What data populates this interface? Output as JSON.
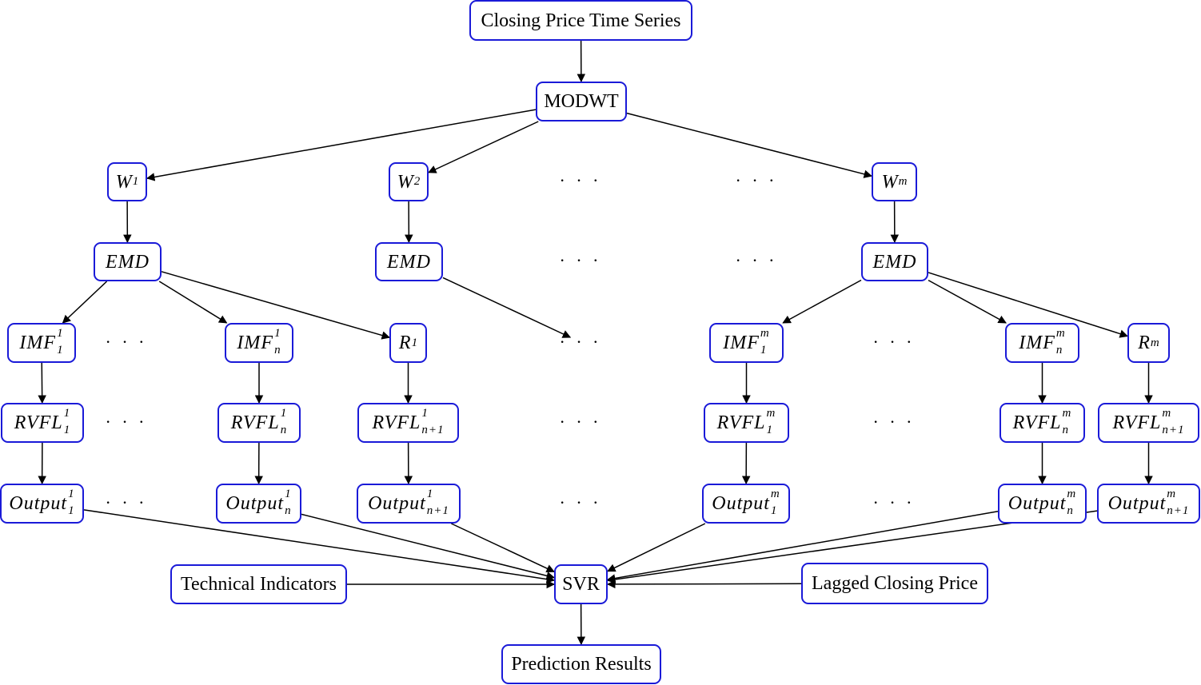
{
  "diagram": {
    "nodes": {
      "closing": {
        "text": "Closing Price Time Series"
      },
      "modwt": {
        "text": "MODWT"
      },
      "w1": {
        "base": "W",
        "sub": "1"
      },
      "w2": {
        "base": "W",
        "sub": "2"
      },
      "wm": {
        "base": "W",
        "sub": "m"
      },
      "emd1": {
        "base": "EMD"
      },
      "emd2": {
        "base": "EMD"
      },
      "emdm": {
        "base": "EMD"
      },
      "imf1_1": {
        "base": "IMF",
        "sup": "1",
        "sub": "1"
      },
      "imf1_n": {
        "base": "IMF",
        "sup": "1",
        "sub": "n"
      },
      "r1": {
        "base": "R",
        "sub": "1"
      },
      "imfm_1": {
        "base": "IMF",
        "sup": "m",
        "sub": "1"
      },
      "imfm_n": {
        "base": "IMF",
        "sup": "m",
        "sub": "n"
      },
      "rm": {
        "base": "R",
        "sub": "m"
      },
      "rvfl1_1": {
        "base": "RVFL",
        "sup": "1",
        "sub": "1"
      },
      "rvfl1_n": {
        "base": "RVFL",
        "sup": "1",
        "sub": "n"
      },
      "rvfl1_n1": {
        "base": "RVFL",
        "sup": "1",
        "sub": "n+1"
      },
      "rvflm_1": {
        "base": "RVFL",
        "sup": "m",
        "sub": "1"
      },
      "rvflm_n": {
        "base": "RVFL",
        "sup": "m",
        "sub": "n"
      },
      "rvflm_n1": {
        "base": "RVFL",
        "sup": "m",
        "sub": "n+1"
      },
      "out1_1": {
        "base": "Output",
        "sup": "1",
        "sub": "1"
      },
      "out1_n": {
        "base": "Output",
        "sup": "1",
        "sub": "n"
      },
      "out1_n1": {
        "base": "Output",
        "sup": "1",
        "sub": "n+1"
      },
      "outm_1": {
        "base": "Output",
        "sup": "m",
        "sub": "1"
      },
      "outm_n": {
        "base": "Output",
        "sup": "m",
        "sub": "n"
      },
      "outm_n1": {
        "base": "Output",
        "sup": "m",
        "sub": "n+1"
      },
      "tech": {
        "text": "Technical Indicators"
      },
      "svr": {
        "text": "SVR"
      },
      "lagged": {
        "text": "Lagged Closing Price"
      },
      "pred": {
        "text": "Prediction Results"
      }
    },
    "ellipsis": "· · ·",
    "edges": [
      [
        "closing",
        "modwt"
      ],
      [
        "modwt",
        "w1"
      ],
      [
        "modwt",
        "w2"
      ],
      [
        "modwt",
        "wm"
      ],
      [
        "w1",
        "emd1"
      ],
      [
        "w2",
        "emd2"
      ],
      [
        "wm",
        "emdm"
      ],
      [
        "emd1",
        "imf1_1"
      ],
      [
        "emd1",
        "imf1_n"
      ],
      [
        "emd1",
        "r1"
      ],
      [
        "emd2",
        "dots_r3_mid"
      ],
      [
        "emdm",
        "imfm_1"
      ],
      [
        "emdm",
        "imfm_n"
      ],
      [
        "emdm",
        "rm"
      ],
      [
        "imf1_1",
        "rvfl1_1"
      ],
      [
        "imf1_n",
        "rvfl1_n"
      ],
      [
        "r1",
        "rvfl1_n1"
      ],
      [
        "imfm_1",
        "rvflm_1"
      ],
      [
        "imfm_n",
        "rvflm_n"
      ],
      [
        "rm",
        "rvflm_n1"
      ],
      [
        "rvfl1_1",
        "out1_1"
      ],
      [
        "rvfl1_n",
        "out1_n"
      ],
      [
        "rvfl1_n1",
        "out1_n1"
      ],
      [
        "rvflm_1",
        "outm_1"
      ],
      [
        "rvflm_n",
        "outm_n"
      ],
      [
        "rvflm_n1",
        "outm_n1"
      ],
      [
        "out1_1",
        "svr"
      ],
      [
        "out1_n",
        "svr"
      ],
      [
        "out1_n1",
        "svr"
      ],
      [
        "outm_1",
        "svr"
      ],
      [
        "outm_n",
        "svr"
      ],
      [
        "outm_n1",
        "svr"
      ],
      [
        "tech",
        "svr"
      ],
      [
        "lagged",
        "svr"
      ],
      [
        "svr",
        "pred"
      ]
    ]
  }
}
